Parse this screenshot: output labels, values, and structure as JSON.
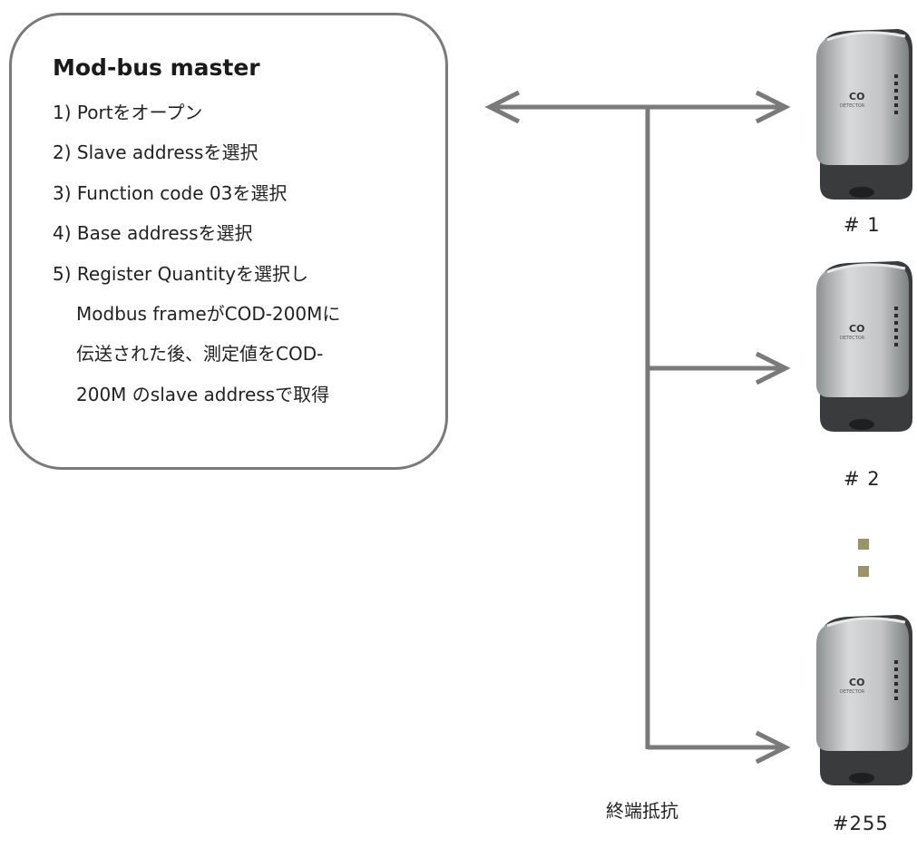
{
  "master": {
    "title": "Mod-bus master",
    "steps": [
      "1) Portをオープン",
      "2) Slave addressを選択",
      "3) Function code 03を選択",
      "4) Base addressを選択",
      "5) Register Quantityを選択し",
      "Modbus frameがCOD-200Mに",
      "伝送された後、測定値をCOD-",
      "200M  のslave addressで取得"
    ]
  },
  "devices": [
    {
      "label": "# 1",
      "face_text": "CO",
      "face_subtext": "DETECTOR"
    },
    {
      "label": "# 2",
      "face_text": "CO",
      "face_subtext": "DETECTOR"
    },
    {
      "label": "#255",
      "face_text": "CO",
      "face_subtext": "DETECTOR"
    }
  ],
  "terminator": {
    "label": "終端抵抗"
  },
  "colors": {
    "border": "#7a7a7a",
    "wire": "#7a7a7a",
    "ellipsis_dot": "#9c9468",
    "device_body": "#b9bcbd",
    "device_dark": "#3a3b3c"
  }
}
